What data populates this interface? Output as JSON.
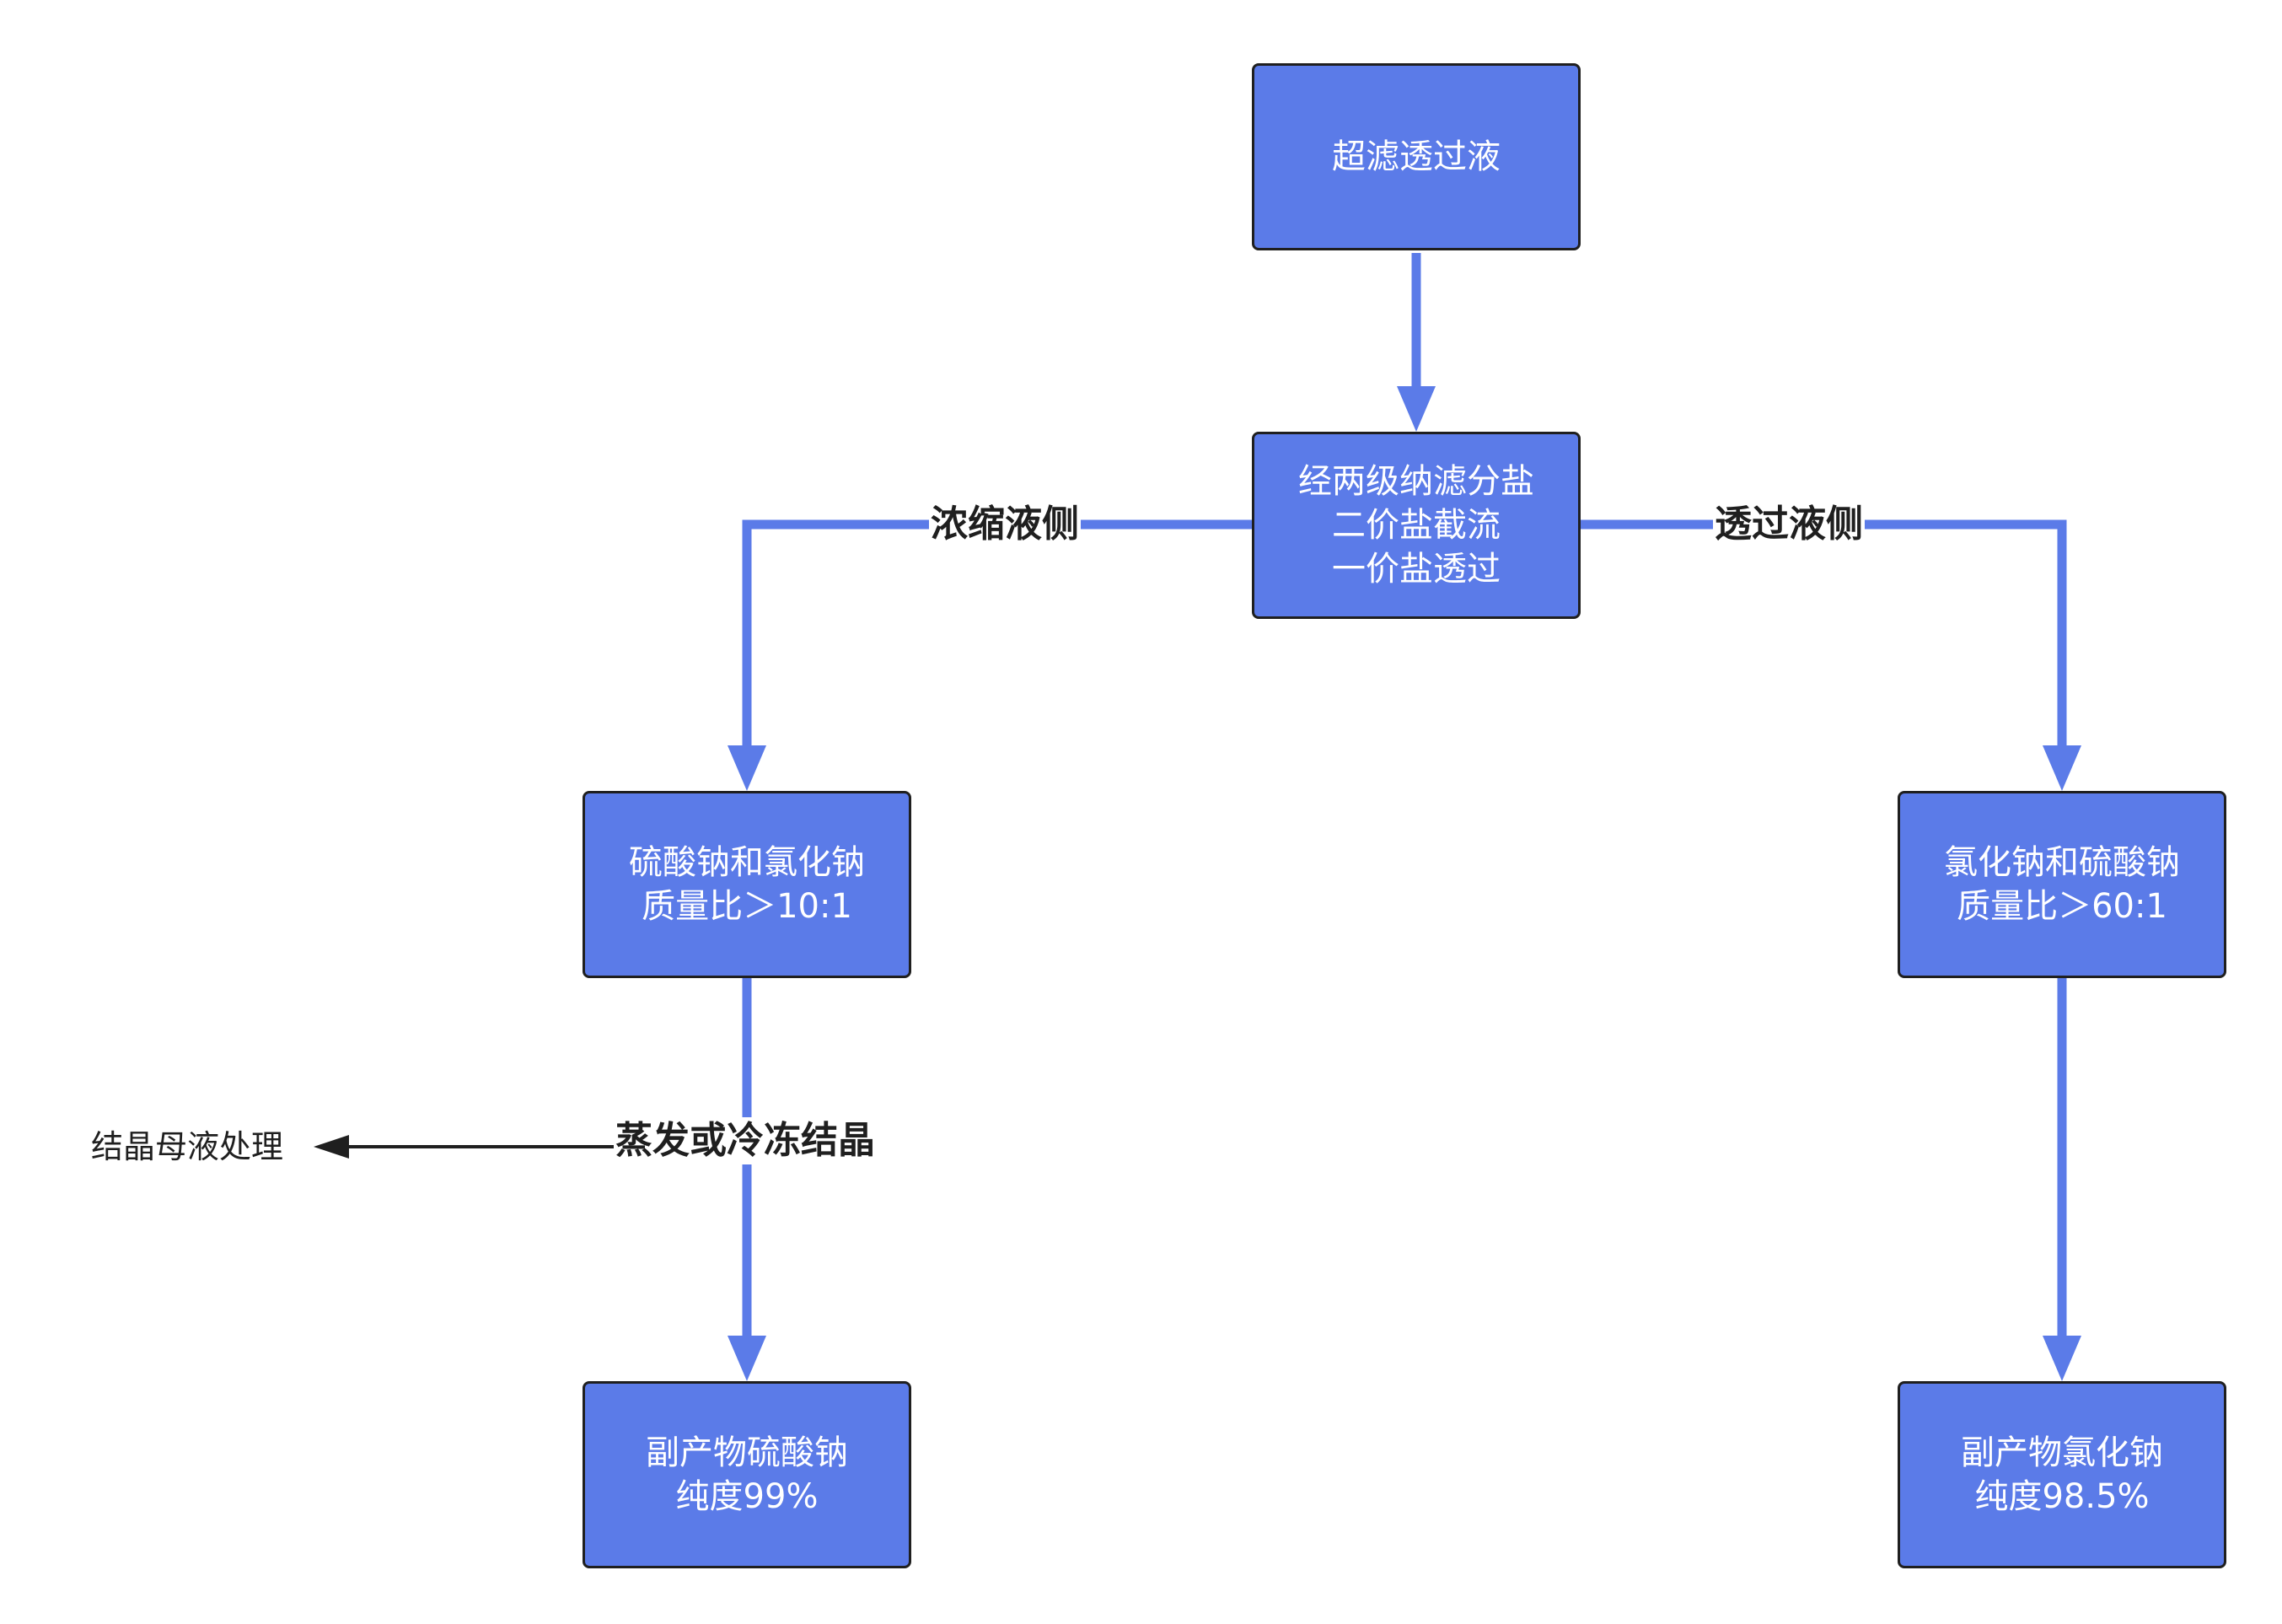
{
  "nodes": {
    "ultrafiltration": {
      "lines": [
        "超滤透过液"
      ]
    },
    "nanofiltration": {
      "lines": [
        "经两级纳滤分盐",
        "二价盐截流",
        "一价盐透过"
      ]
    },
    "left_ratio": {
      "lines": [
        "硫酸钠和氯化钠",
        "质量比＞10:1"
      ]
    },
    "right_ratio": {
      "lines": [
        "氯化钠和硫酸钠",
        "质量比＞60:1"
      ]
    },
    "left_product": {
      "lines": [
        "副产物硫酸钠",
        "纯度99%"
      ]
    },
    "right_product": {
      "lines": [
        "副产物氯化钠",
        "纯度98.5%"
      ]
    }
  },
  "edges": {
    "concentrate_side": "浓缩液侧",
    "permeate_side": "透过液侧",
    "crystallization": "蒸发或冷冻结晶"
  },
  "side_output": "结晶母液处理",
  "colors": {
    "node_fill": "#5b7be8",
    "node_border": "#1f1f1f",
    "arrow": "#5b7be8",
    "side_arrow": "#1f1f1f",
    "text_light": "#ffffff",
    "text_dark": "#1f1f1f"
  }
}
